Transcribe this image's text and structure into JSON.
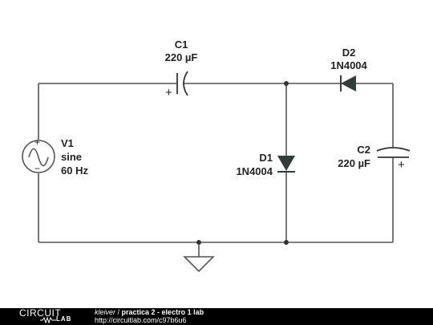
{
  "components": {
    "c1": {
      "name": "C1",
      "value": "220 µF",
      "polarity": "+"
    },
    "c2": {
      "name": "C2",
      "value": "220 µF",
      "polarity": "+"
    },
    "d1": {
      "name": "D1",
      "part": "1N4004"
    },
    "d2": {
      "name": "D2",
      "part": "1N4004"
    },
    "v1": {
      "name": "V1",
      "type": "sine",
      "freq": "60 Hz",
      "plus": "+",
      "minus": "−"
    }
  },
  "footer": {
    "logo_word": "CIRCUIT",
    "logo_sub": "LAB",
    "author": "kleiver",
    "separator": " / ",
    "title": "practica 2 - electro 1 lab",
    "url": "http://circuitlab.com/c97b6u6"
  },
  "colors": {
    "wire": "#555555",
    "diode_fill": "#2f3d3d",
    "footer_bg": "#000000"
  }
}
